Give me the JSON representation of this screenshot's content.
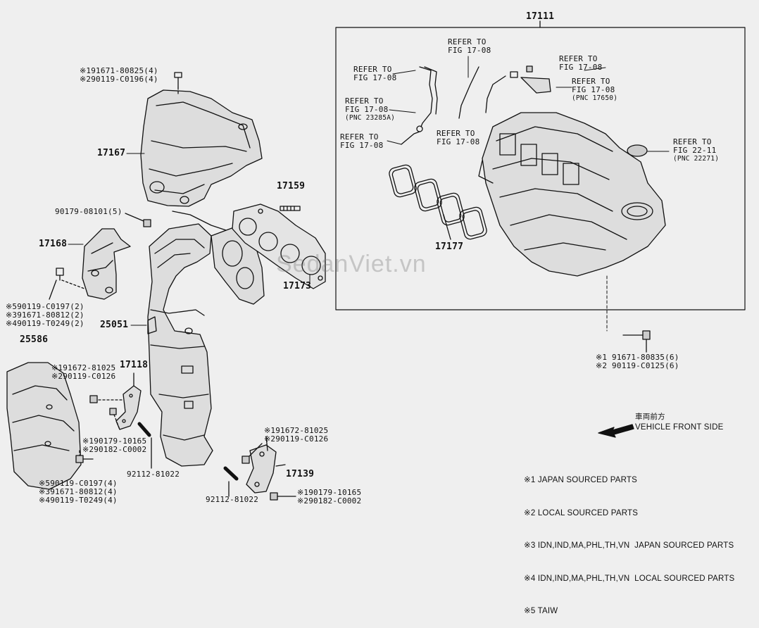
{
  "labels": {
    "p17111": "17111",
    "p17167": "17167",
    "p17168": "17168",
    "p17159": "17159",
    "p17173": "17173",
    "p17177": "17177",
    "p25051": "25051",
    "p25586": "25586",
    "p17118": "17118",
    "p17139": "17139",
    "p92112a": "92112-81022",
    "p92112b": "92112-81022",
    "p90179": "90179-08101(5)"
  },
  "callouts": {
    "top_bolt": [
      "※191671-80825(4)",
      "※290119-C0196(4)"
    ],
    "left_bolt": [
      "※590119-C0197(2)",
      "※391671-80812(2)",
      "※490119-T0249(2)"
    ],
    "mid_bolt": [
      "※191672-81025",
      "※290119-C0126"
    ],
    "stud_a": [
      "※190179-10165",
      "※290182-C0002"
    ],
    "bottom_left": [
      "※590119-C0197(4)",
      "※391671-80812(4)",
      "※490119-T0249(4)"
    ],
    "bracket_bolt": [
      "※191672-81025",
      "※290119-C0126"
    ],
    "bracket_nut": [
      "※190179-10165",
      "※290182-C0002"
    ],
    "manifold_bolt": [
      "※1 91671-80835(6)",
      "※2 90119-C0125(6)"
    ]
  },
  "refers": {
    "r1": [
      "REFER TO",
      "FIG 17-08"
    ],
    "r2": [
      "REFER TO",
      "FIG 17-08"
    ],
    "r3": [
      "REFER TO",
      "FIG 17-08",
      "(PNC 23285A)"
    ],
    "r4": [
      "REFER TO",
      "FIG 17-08"
    ],
    "r5": [
      "REFER TO",
      "FIG 17-08"
    ],
    "r6": [
      "REFER TO",
      "FIG 17-08"
    ],
    "r7": [
      "REFER TO",
      "FIG 17-08",
      "(PNC 17650)"
    ],
    "r8": [
      "REFER TO",
      "FIG 22-11",
      "(PNC 22271)"
    ]
  },
  "front": {
    "jp": "車両前方",
    "en": "VEHICLE FRONT SIDE"
  },
  "legend": [
    "※1 JAPAN SOURCED PARTS",
    "※2 LOCAL SOURCED PARTS",
    "※3 IDN,IND,MA,PHL,TH,VN  JAPAN SOURCED PARTS",
    "※4 IDN,IND,MA,PHL,TH,VN  LOCAL SOURCED PARTS",
    "※5 TAIW"
  ],
  "watermark": "SedanViet.vn"
}
